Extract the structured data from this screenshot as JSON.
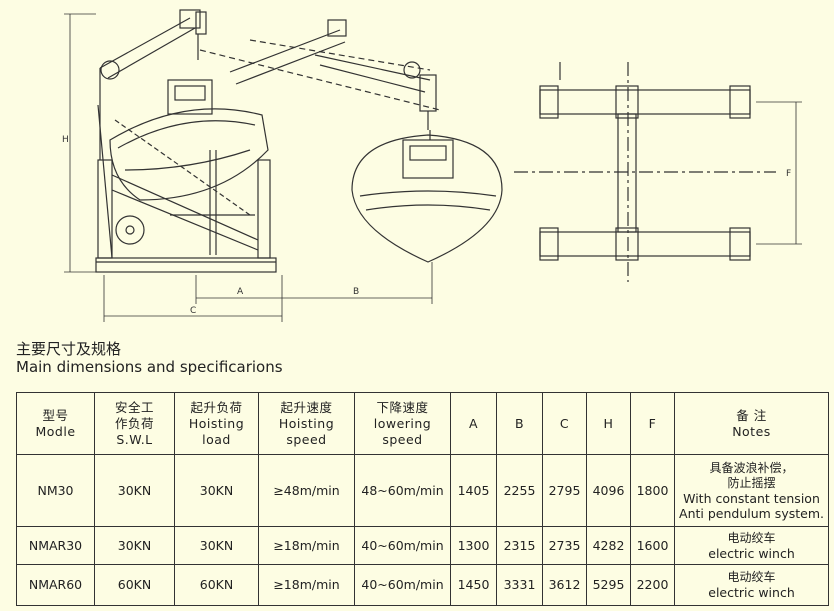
{
  "drawing": {
    "dim_labels": [
      "A",
      "B",
      "C",
      "H",
      "F"
    ]
  },
  "heading": {
    "cn": "主要尺寸及规格",
    "en": "Main dimensions and specificarions"
  },
  "table": {
    "headers": [
      [
        "型号",
        "Modle"
      ],
      [
        "安全工",
        "作负荷",
        "S.W.L"
      ],
      [
        "起升负荷",
        "Hoisting",
        "load"
      ],
      [
        "起升速度",
        "Hoisting",
        "speed"
      ],
      [
        "下降速度",
        "lowering",
        "speed"
      ],
      [
        "A"
      ],
      [
        "B"
      ],
      [
        "C"
      ],
      [
        "H"
      ],
      [
        "F"
      ],
      [
        "备  注",
        "Notes"
      ]
    ],
    "rows": [
      {
        "cells": [
          "NM30",
          "30KN",
          "30KN",
          "≥48m/min",
          "48~60m/min",
          "1405",
          "2255",
          "2795",
          "4096",
          "1800"
        ],
        "notes": [
          "具备波浪补偿，",
          "防止摇摆",
          "With constant tension",
          "Anti pendulum system."
        ]
      },
      {
        "cells": [
          "NMAR30",
          "30KN",
          "30KN",
          "≥18m/min",
          "40~60m/min",
          "1300",
          "2315",
          "2735",
          "4282",
          "1600"
        ],
        "notes": [
          "电动绞车",
          "electric winch"
        ]
      },
      {
        "cells": [
          "NMAR60",
          "60KN",
          "60KN",
          "≥18m/min",
          "40~60m/min",
          "1450",
          "3331",
          "3612",
          "5295",
          "2200"
        ],
        "notes": [
          "电动绞车",
          "electric winch"
        ]
      }
    ]
  }
}
